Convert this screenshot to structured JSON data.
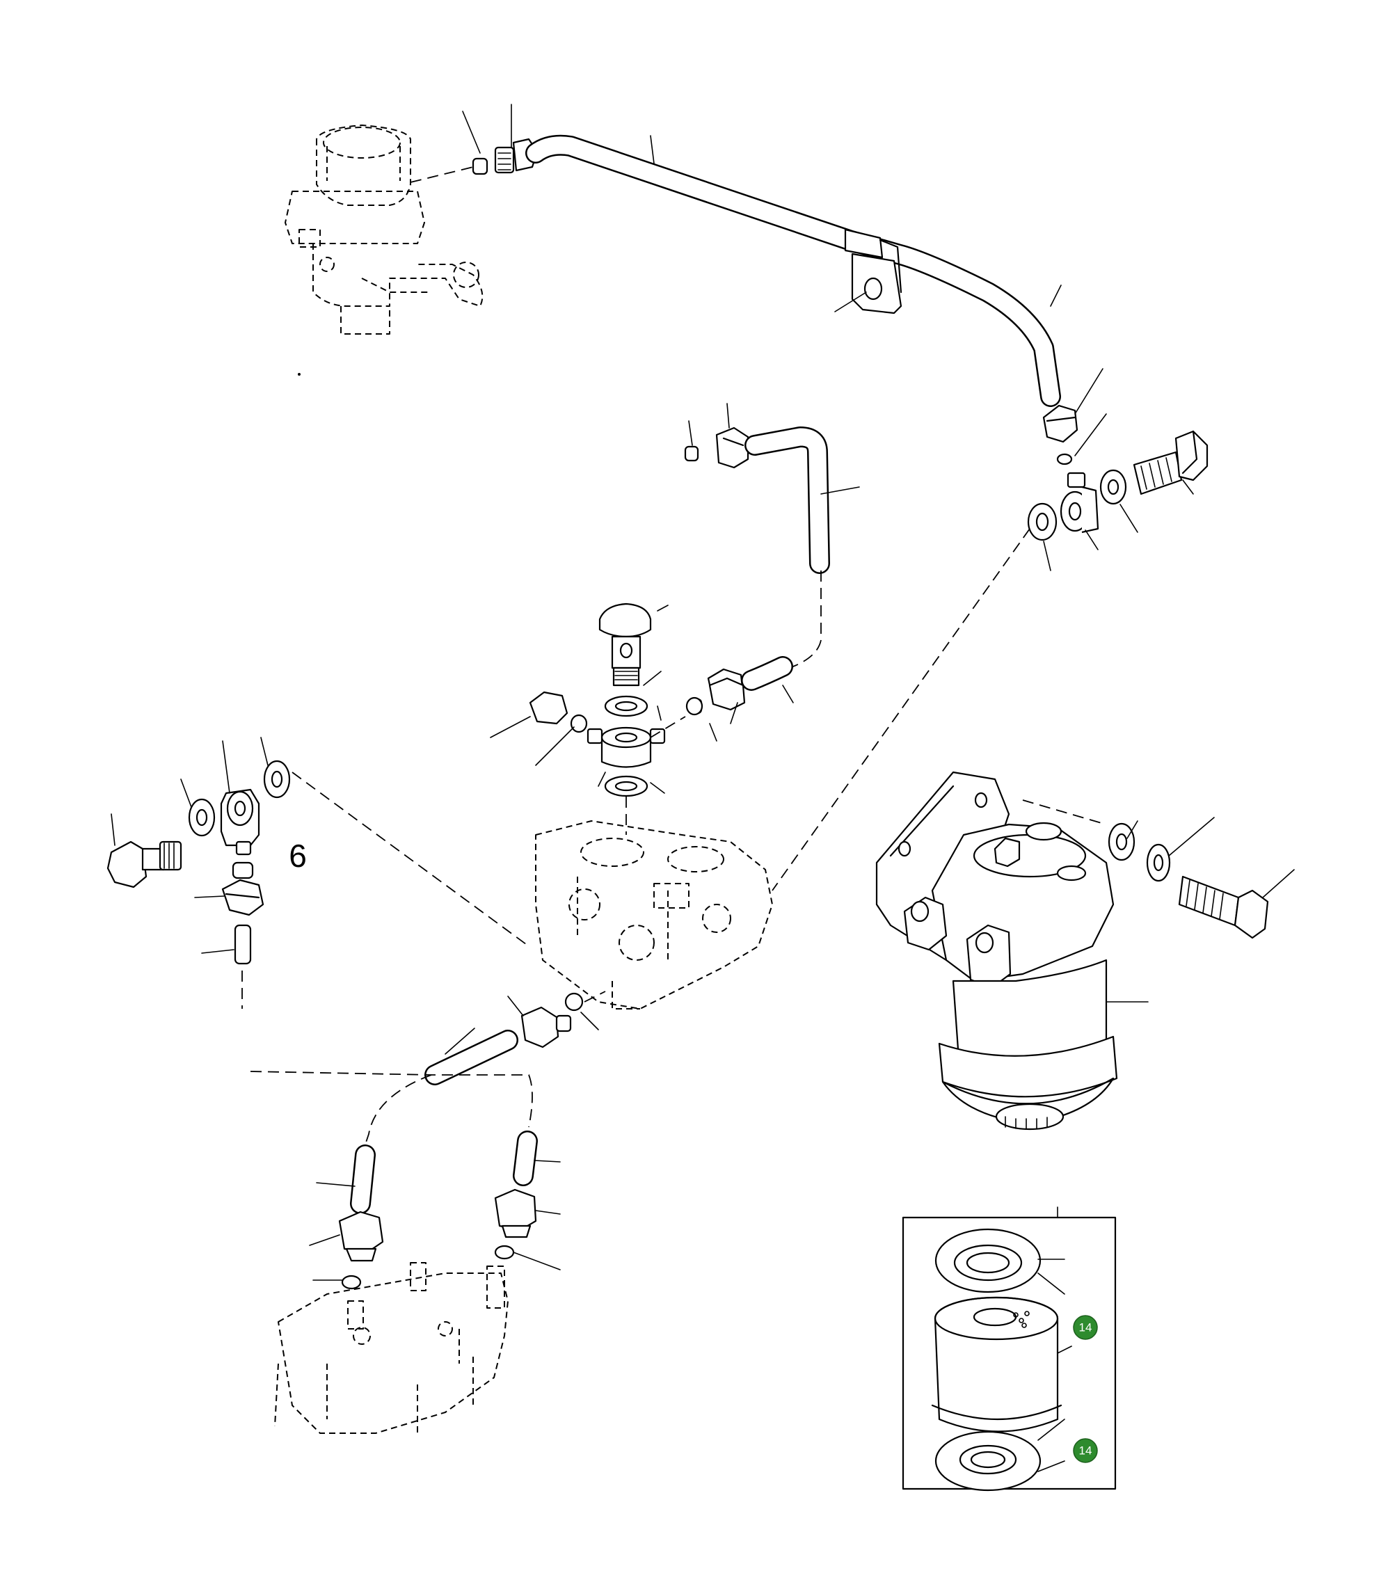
{
  "callouts": {
    "item_number": "6"
  },
  "badges": [
    {
      "text": "14"
    },
    {
      "text": "14"
    }
  ],
  "colors": {
    "badge_fill": "#2e8b2e",
    "line": "#000000",
    "background": "#ffffff"
  }
}
